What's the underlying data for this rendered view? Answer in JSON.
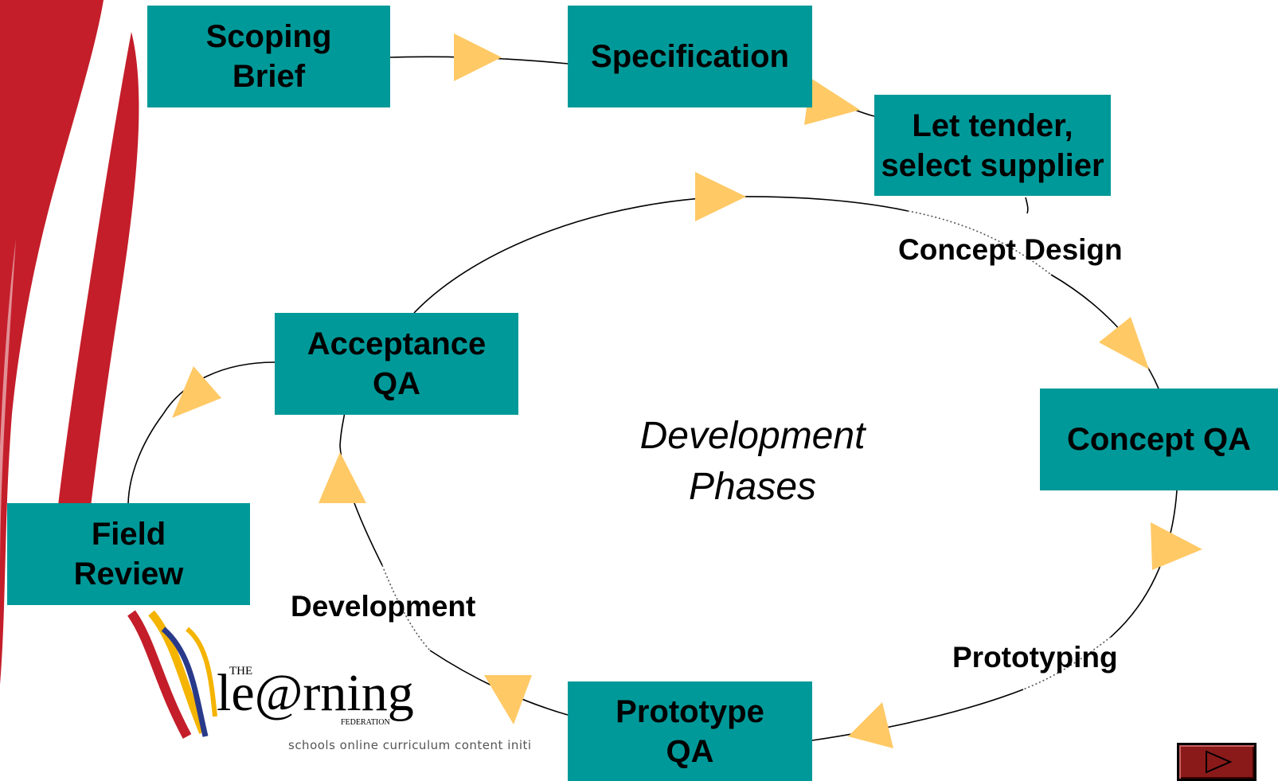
{
  "diagram": {
    "center_title": "Development\nPhases",
    "boxes": {
      "scoping_brief": "Scoping\nBrief",
      "specification": "Specification",
      "let_tender": "Let tender,\nselect supplier",
      "concept_qa": "Concept QA",
      "prototype_qa": "Prototype\nQA",
      "acceptance_qa": "Acceptance\nQA",
      "field_review": "Field\nReview"
    },
    "phase_labels": {
      "concept_design": "Concept Design",
      "prototyping": "Prototyping",
      "development": "Development"
    }
  },
  "logo": {
    "the": "THE",
    "name": "le@rning",
    "federation": "FEDERATION",
    "tagline": "schools online curriculum content initi"
  },
  "colors": {
    "box_fill": "#009999",
    "arrow_fill": "#FFC966",
    "swoosh_red": "#C41E2A",
    "nav_button": "#8A1A1A"
  },
  "nav": {
    "icon": "play-triangle-icon"
  }
}
